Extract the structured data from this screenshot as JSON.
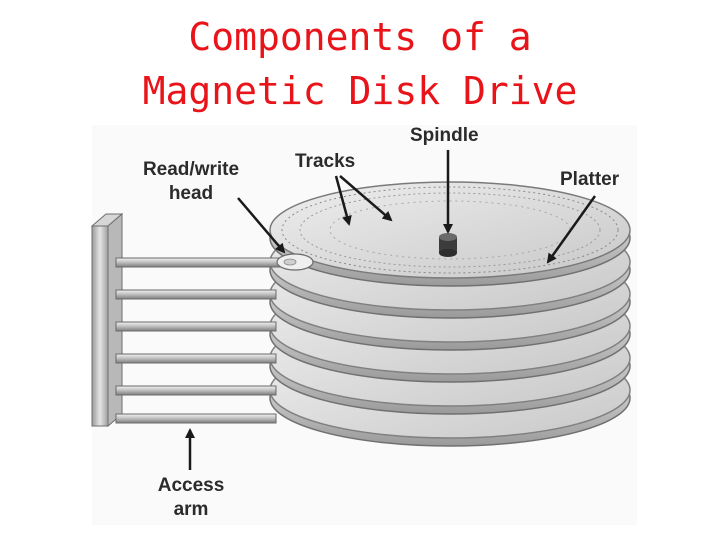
{
  "title": {
    "line1": "Components of a",
    "line2": "Magnetic Disk Drive"
  },
  "labels": {
    "read_write_head_line1": "Read/write",
    "read_write_head_line2": "head",
    "tracks": "Tracks",
    "spindle": "Spindle",
    "platter": "Platter",
    "access_arm_line1": "Access",
    "access_arm_line2": "arm"
  },
  "colors": {
    "title": "#e8141a",
    "label": "#2b2b2b",
    "platter_fill": "#d9d9d9",
    "platter_edge": "#7a7a7a"
  },
  "platter_count": 6
}
